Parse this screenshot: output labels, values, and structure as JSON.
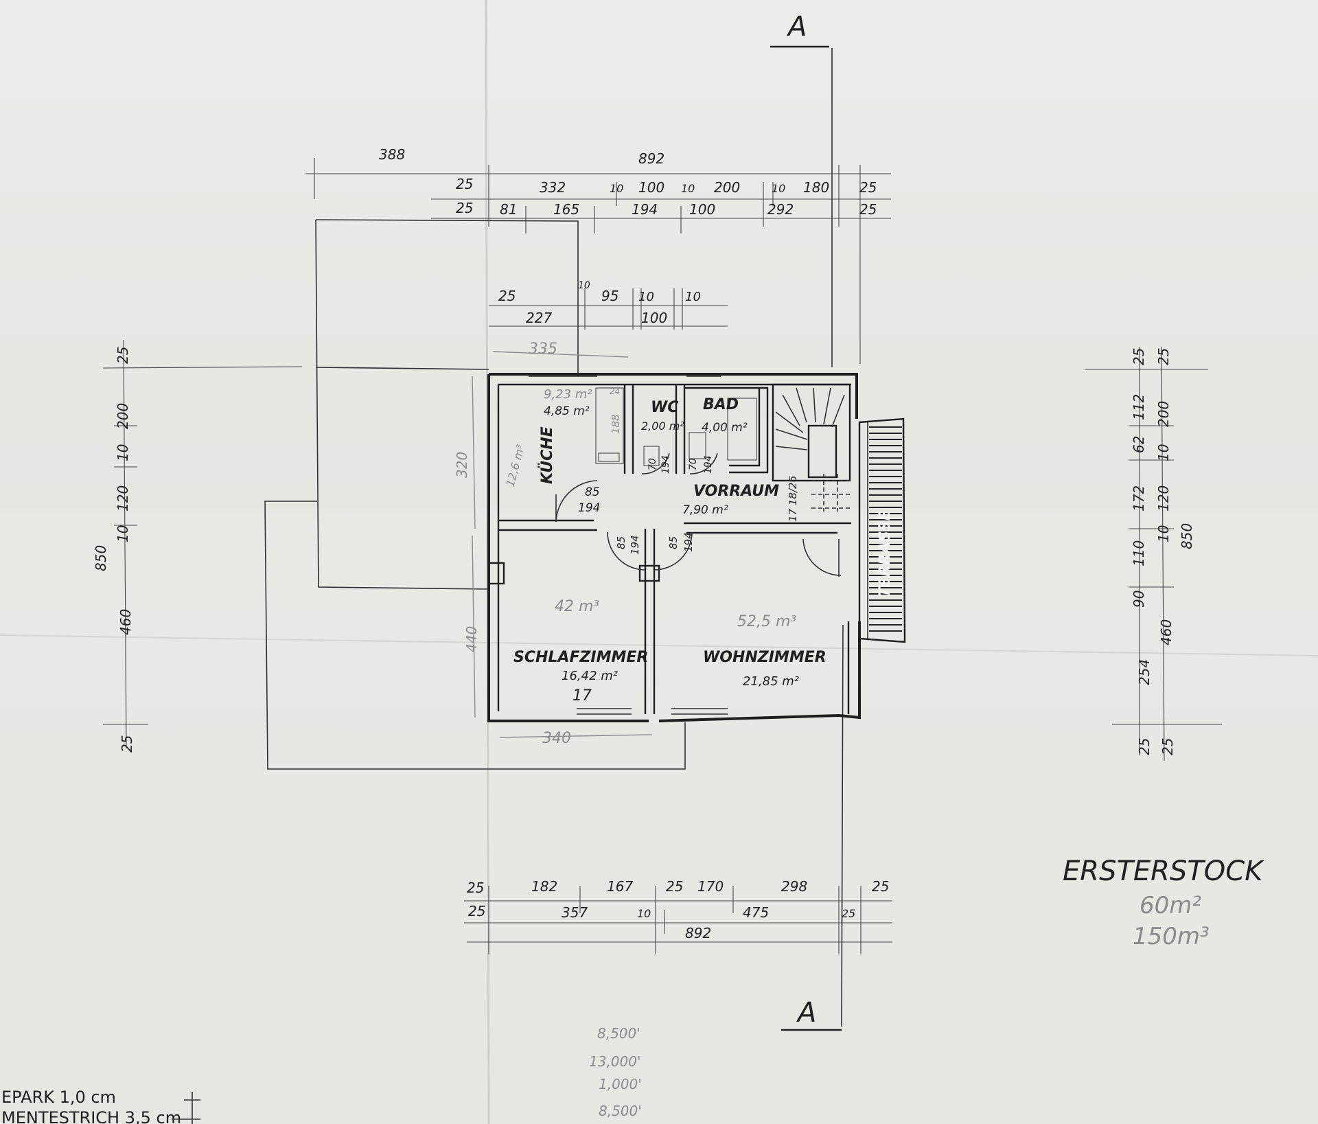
{
  "title": "ERSTERSTOCK",
  "section_marks": {
    "top": "A",
    "bottom": "A"
  },
  "totals": {
    "area": "60m²",
    "volume": "150m³"
  },
  "rooms": {
    "kueche": {
      "name": "KÜCHE",
      "area_pencil": "9,23 m²",
      "area": "4,85 m²",
      "volume": "12,6 m³"
    },
    "wc": {
      "name": "WC",
      "area": "2,00 m²"
    },
    "bad": {
      "name": "BAD",
      "area": "4,00 m²"
    },
    "vorraum": {
      "name": "VORRAUM",
      "area": "7,90 m²"
    },
    "schlafzimmer": {
      "name": "SCHLAFZIMMER",
      "area": "16,42 m²",
      "area_pencil": "17",
      "volume": "42 m³"
    },
    "wohnzimmer": {
      "name": "WOHNZIMMER",
      "area": "21,85 m²",
      "volume": "52,5 m³"
    },
    "terrasse": {
      "name": "TERRASSE"
    }
  },
  "dims_top": {
    "total_left": "388",
    "total": "892",
    "row1": [
      "25",
      "332",
      "10",
      "100",
      "10",
      "200",
      "10",
      "180",
      "25"
    ],
    "row2": [
      "25",
      "81",
      "165",
      "194",
      "100",
      "292",
      "25"
    ],
    "row3": [
      "25",
      "10",
      "95",
      "10",
      "10"
    ],
    "row4": [
      "227",
      "100"
    ]
  },
  "dims_bottom": {
    "row1": [
      "25",
      "182",
      "167",
      "25",
      "170",
      "298",
      "25"
    ],
    "row2": [
      "25",
      "357",
      "10",
      "475",
      "25"
    ],
    "total": "892"
  },
  "dims_left": {
    "values": [
      "25",
      "200",
      "10",
      "120",
      "10",
      "460",
      "25"
    ],
    "total": "850"
  },
  "dims_right": {
    "outer": [
      "25",
      "112",
      "62",
      "172",
      "110",
      "90",
      "254",
      "25"
    ],
    "inner": [
      "25",
      "200",
      "10",
      "120",
      "10",
      "460",
      "25"
    ],
    "total": "850"
  },
  "inner_dims": {
    "kueche_width": "335",
    "kueche_height": "320",
    "schlaf_height": "440",
    "schlaf_width": "340",
    "door_kueche": [
      "85",
      "194"
    ],
    "door_wc": [
      "70",
      "194"
    ],
    "door_bad": [
      "70",
      "194"
    ],
    "door_schlaf": [
      "85",
      "194"
    ],
    "door_wohn": [
      "85",
      "194"
    ],
    "stair": "17 18/26",
    "kueche_counter": "188",
    "kueche_note": "24"
  },
  "pencil_notes": [
    "8,500'",
    "13,000'",
    "1,000'",
    "8,500'"
  ],
  "legend": [
    "EPARK 1,0 cm",
    "MENTESTRICH 3,5 cm"
  ]
}
